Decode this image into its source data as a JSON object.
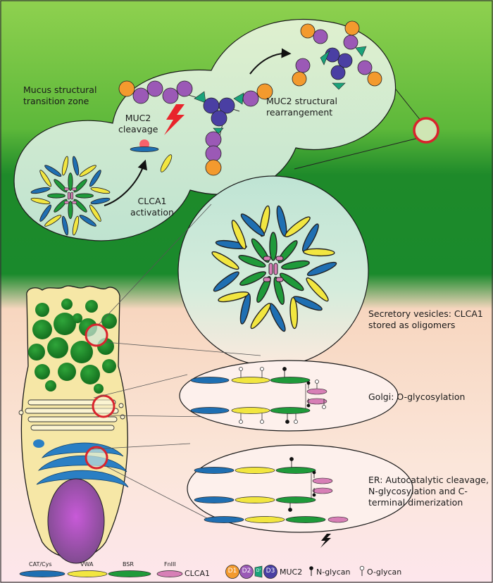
{
  "labels": {
    "transition_zone": "Mucus structural\ntransition zone",
    "muc2_cleavage": "MUC2\ncleavage",
    "muc2_rearrangement": "MUC2 structural\nrearrangement",
    "clca1_activation": "CLCA1\nactivation",
    "secretory_vesicles": "Secretory vesicles: CLCA1\nstored as oligomers",
    "golgi": "Golgi: O-glycosylation",
    "er": "ER: Autocatalytic cleavage,\nN-glycosylation and C-\nterminal dimerization"
  },
  "legend": {
    "clca1_domains": [
      "CAT/Cys",
      "VWA",
      "BSR",
      "FnIII"
    ],
    "clca1_name": "CLCA1",
    "muc2_domains": [
      "D1",
      "D2",
      "D'",
      "D3"
    ],
    "muc2_name": "MUC2",
    "n_glycan": "N-glycan",
    "o_glycan": "O-glycan"
  },
  "colors": {
    "cat_cys": "#1f6fb2",
    "vwa": "#f2e640",
    "bsr": "#1f9a3a",
    "fniii": "#d77fb6",
    "d1": "#f39a2e",
    "d2": "#9b59b6",
    "dprime": "#1aa37a",
    "d3": "#4a3fa3",
    "mucus_green": "#7cc84a",
    "cell_fill": "#f6e7a6",
    "highlight_ring": "#d9232d"
  }
}
